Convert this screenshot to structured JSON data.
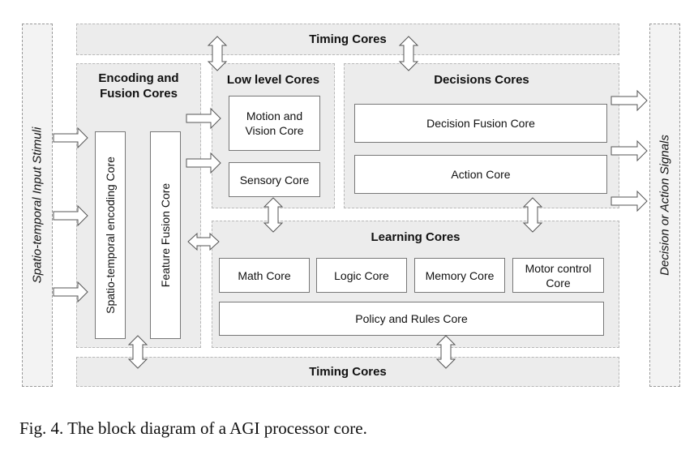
{
  "diagram": {
    "input_label": "Spatio-temporal Input Stimuli",
    "output_label": "Decision or Action Signals",
    "timing_top": "Timing Cores",
    "timing_bottom": "Timing Cores",
    "encoding": {
      "title": "Encoding and Fusion Cores",
      "spatio": "Spatio-temporal encoding Core",
      "feature": "Feature Fusion Core"
    },
    "low_level": {
      "title": "Low level Cores",
      "motion": "Motion and Vision Core",
      "sensory": "Sensory Core"
    },
    "decisions": {
      "title": "Decisions Cores",
      "fusion": "Decision Fusion Core",
      "action": "Action Core"
    },
    "learning": {
      "title": "Learning Cores",
      "math": "Math Core",
      "logic": "Logic Core",
      "memory": "Memory Core",
      "motor": "Motor control Core",
      "policy": "Policy and Rules Core"
    }
  },
  "caption": "Fig. 4.  The block diagram of a AGI processor core.",
  "colors": {
    "region": "#ececec",
    "box": "#ffffff",
    "border": "#777777",
    "arrow_fill": "#ffffff",
    "arrow_stroke": "#555555"
  }
}
